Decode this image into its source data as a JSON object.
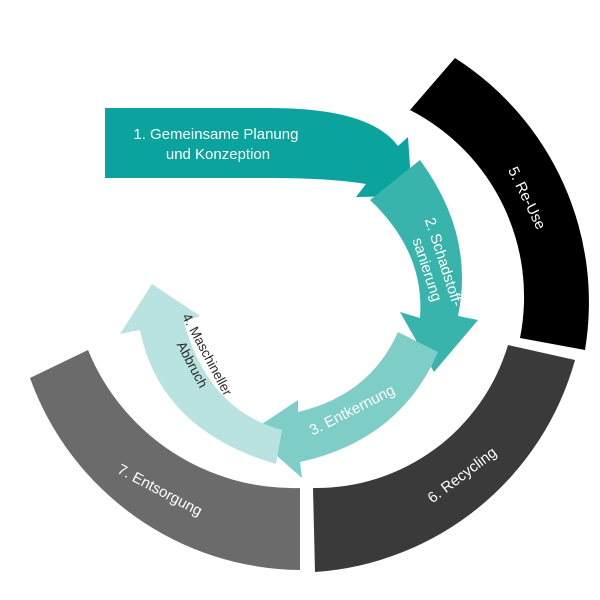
{
  "diagram": {
    "steps": [
      {
        "id": "step-1",
        "lines": [
          "1. Gemeinsame Planung",
          "und Konzeption"
        ],
        "color": "#0aa39d"
      },
      {
        "id": "step-2",
        "lines": [
          "2. Schadstoff-",
          "sanierung"
        ],
        "color": "#39b4ad"
      },
      {
        "id": "step-3",
        "lines": [
          "3. Entkernung"
        ],
        "color": "#7fcdc7"
      },
      {
        "id": "step-4",
        "lines": [
          "4. Maschineller",
          "Abbruch"
        ],
        "color": "#b9e3e0"
      }
    ],
    "outer_segments": [
      {
        "id": "segment-5",
        "label": "5. Re-Use",
        "color": "#000000"
      },
      {
        "id": "segment-6",
        "label": "6. Recycling",
        "color": "#3a3a3a"
      },
      {
        "id": "segment-7",
        "label": "7. Entsorgung",
        "color": "#6b6b6b"
      }
    ]
  }
}
